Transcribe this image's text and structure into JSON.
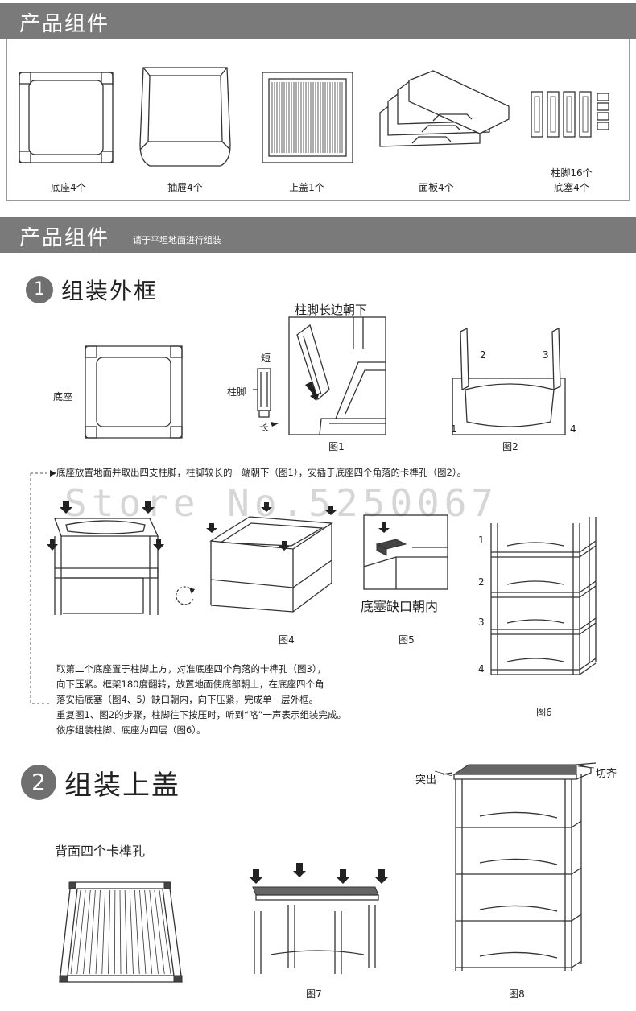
{
  "section1": {
    "title": "产品组件",
    "parts": [
      {
        "label": "底座4个"
      },
      {
        "label": "抽屉4个"
      },
      {
        "label": "上盖1个"
      },
      {
        "label": "面板4个"
      },
      {
        "label": "柱脚16个",
        "label2": "底塞4个"
      }
    ]
  },
  "section2": {
    "title": "产品组件",
    "subtitle": "请于平坦地面进行组装"
  },
  "step1": {
    "number": "1",
    "title": "组装外框",
    "base_label": "底座",
    "leg_label": "柱脚",
    "short_label": "短",
    "long_label": "长",
    "long_side_down": "柱脚长边朝下",
    "fig1": "图1",
    "fig2": "图2",
    "corner_1": "1",
    "corner_2": "2",
    "corner_3": "3",
    "corner_4": "4",
    "instruction_1": "底座放置地面并取出四支柱脚，柱脚较长的一端朝下（图1），安插于底座四个角落的卡榫孔（图2）。",
    "plug_notch_inward": "底塞缺口朝内",
    "fig4": "图4",
    "fig5": "图5",
    "fig6": "图6",
    "level_1": "1",
    "level_2": "2",
    "level_3": "3",
    "level_4": "4",
    "instruction_2_lines": [
      "取第二个底座置于柱脚上方，对准底座四个角落的卡榫孔（图3），",
      "向下压紧。框架180度翻转，放置地面使底部朝上，在底座四个角",
      "落安插底塞（图4、5）缺口朝内，向下压紧，完成单一层外框。",
      "重复图1、图2的步骤，柱脚往下按压时，听到“咯”一声表示组装完成。",
      "依序组装柱脚、底座为四层（图6）。"
    ],
    "watermark": "Store No.5250067"
  },
  "step2": {
    "number": "2",
    "title": "组装上盖",
    "back_holes": "背面四个卡榫孔",
    "protrude": "突出",
    "flush": "切齐",
    "fig7": "图7",
    "fig8": "图8"
  }
}
